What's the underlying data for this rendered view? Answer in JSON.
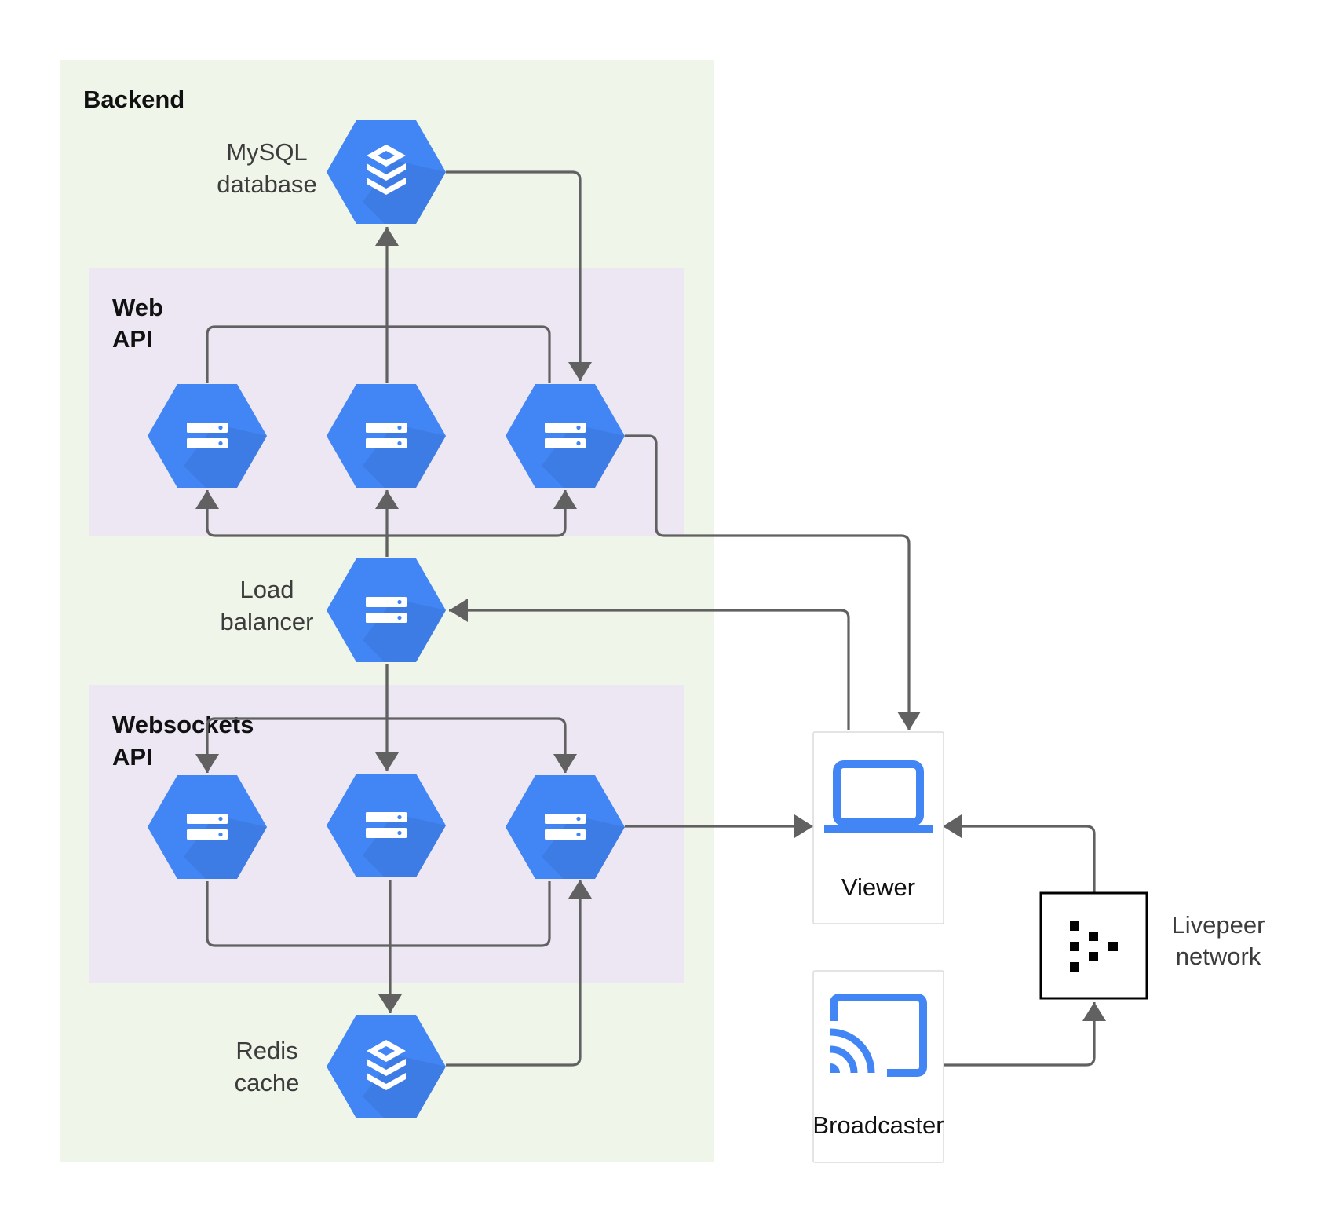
{
  "groups": {
    "backend": {
      "title": "Backend"
    },
    "web_api": {
      "title_line1": "Web",
      "title_line2": "API"
    },
    "websockets_api": {
      "title_line1": "Websockets",
      "title_line2": "API"
    }
  },
  "nodes": {
    "mysql": {
      "label_line1": "MySQL",
      "label_line2": "database",
      "icon": "database-stack-icon"
    },
    "load_balancer": {
      "label_line1": "Load",
      "label_line2": "balancer",
      "icon": "server-icon"
    },
    "redis": {
      "label_line1": "Redis",
      "label_line2": "cache",
      "icon": "database-stack-icon"
    },
    "web_servers": {
      "count": 3,
      "icon": "server-icon"
    },
    "ws_servers": {
      "count": 3,
      "icon": "server-icon"
    }
  },
  "clients": {
    "viewer": {
      "label": "Viewer",
      "icon": "laptop-icon"
    },
    "broadcaster": {
      "label": "Broadcaster",
      "icon": "cast-icon"
    },
    "livepeer": {
      "label_line1": "Livepeer",
      "label_line2": "network",
      "icon": "livepeer-logo-icon"
    }
  },
  "colors": {
    "backend_bg": "#eff6e9",
    "api_bg": "#ece7f3",
    "hex_blue": "#4285f4",
    "hex_shade": "#3b74d8",
    "edge": "#616161"
  }
}
